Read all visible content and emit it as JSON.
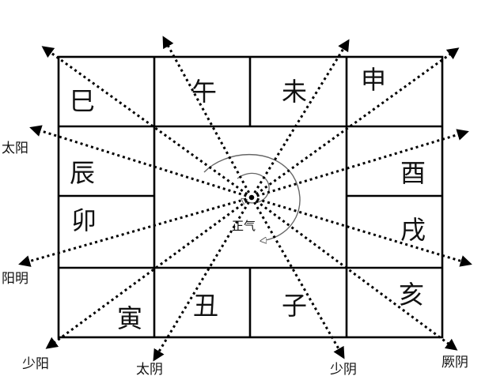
{
  "diagram": {
    "branches": {
      "si": "巳",
      "wu": "午",
      "wei": "未",
      "shen": "申",
      "chen": "辰",
      "you": "酉",
      "mao": "卯",
      "xu": "戌",
      "yin": "寅",
      "chou": "丑",
      "zi": "子",
      "hai": "亥"
    },
    "channels": {
      "taiyang": "太阳",
      "yangming": "阳明",
      "shaoyang": "少阳",
      "taiyin": "太阴",
      "shaoyin": "少阴",
      "jueyin": "厥阴"
    },
    "center_label": "正气"
  }
}
